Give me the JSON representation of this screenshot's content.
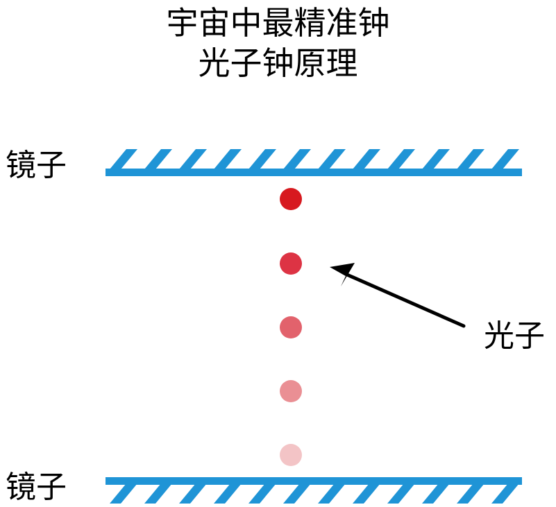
{
  "title": {
    "line1": "宇宙中最精准钟",
    "line2": "光子钟原理"
  },
  "labels": {
    "top_mirror": "镜子",
    "bottom_mirror": "镜子",
    "photon": "光子"
  },
  "colors": {
    "mirror": "#1f94d6",
    "photons": [
      "#d7191f",
      "#dd3344",
      "#e2626c",
      "#ea8f94",
      "#f3c4c6"
    ],
    "arrow": "#000000"
  },
  "photons": {
    "count": 5
  }
}
